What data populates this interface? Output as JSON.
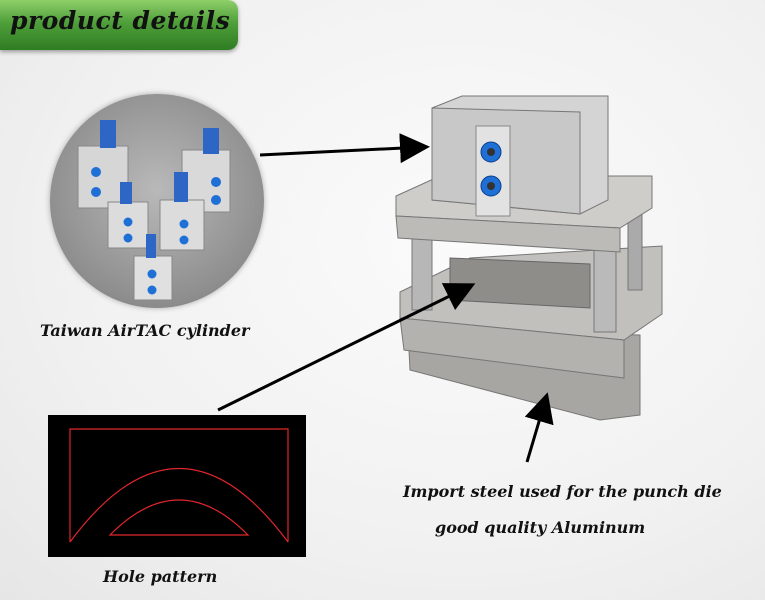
{
  "banner": {
    "title": "product details"
  },
  "captions": {
    "cylinder": "Taiwan AirTAC cylinder",
    "hole": "Hole pattern",
    "steel": "Import steel used for the punch die",
    "aluminum": "good quality Aluminum"
  },
  "colors": {
    "banner_green": "#4f9f3a",
    "hole_outline": "#e0262b",
    "fitting_blue": "#1e6fd6"
  }
}
